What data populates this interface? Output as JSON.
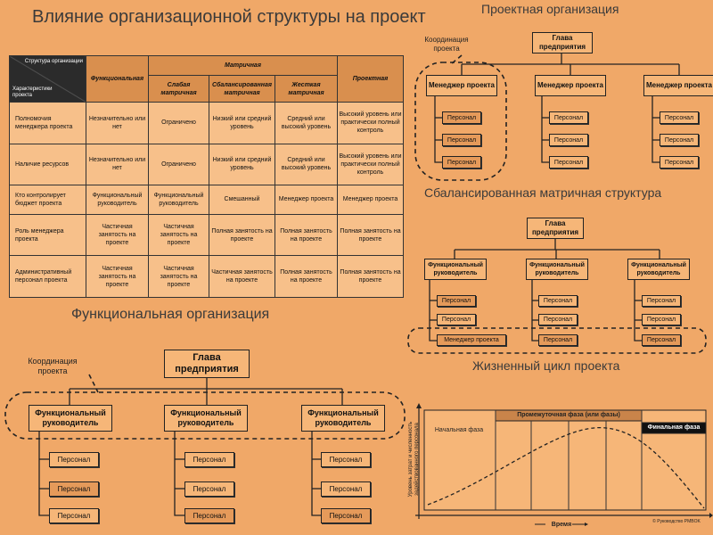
{
  "main_title": "Влияние организационной структуры на проект",
  "table": {
    "corner_top": "Структура организации",
    "corner_bottom": "Характеристики проекта",
    "col_functional": "Функциональная",
    "col_matrix": "Матричная",
    "col_weak": "Слабая матричная",
    "col_balanced": "Сбалансированная матричная",
    "col_strong": "Жесткая матричная",
    "col_project": "Проектная",
    "rows": [
      {
        "label": "Полномочия менеджера проекта",
        "cells": [
          "Незначительно или нет",
          "Ограничено",
          "Низкий или средний уровень",
          "Средний или высокий уровень",
          "Высокий уровень или практически полный контроль"
        ]
      },
      {
        "label": "Наличие ресурсов",
        "cells": [
          "Незначительно или нет",
          "Ограничено",
          "Низкий или средний уровень",
          "Средний или высокий уровень",
          "Высокий уровень или практически полный контроль"
        ]
      },
      {
        "label": "Кто контролирует бюджет проекта",
        "cells": [
          "Функциональный руководитель",
          "Функциональный руководитель",
          "Смешанный",
          "Менеджер проекта",
          "Менеджер проекта"
        ]
      },
      {
        "label": "Роль менеджера проекта",
        "cells": [
          "Частичная занятость на проекте",
          "Частичная занятость на проекте",
          "Полная занятость на проекте",
          "Полная занятость на проекте",
          "Полная занятость на проекте"
        ]
      },
      {
        "label": "Административный персонал проекта",
        "cells": [
          "Частичная занятость на проекте",
          "Частичная занятость на проекте",
          "Частичная занятость на проекте",
          "Полная занятость на проекте",
          "Полная занятость на проекте"
        ]
      }
    ]
  },
  "project_org": {
    "title": "Проектная организация",
    "coord": "Координация проекта",
    "head": "Глава предприятия",
    "manager": "Менеджер проекта",
    "staff": "Персонал"
  },
  "balanced": {
    "title": "Сбалансированная матричная структура",
    "head": "Глава предприятия",
    "func": "Функциональный руководитель",
    "staff": "Персонал",
    "pm": "Менеджер проекта"
  },
  "functional_org": {
    "title": "Функциональная организация",
    "coord": "Координация проекта",
    "head": "Глава предприятия",
    "func": "Функциональный руководитель",
    "staff": "Персонал"
  },
  "lifecycle": {
    "title": "Жизненный цикл проекта",
    "phase_start": "Начальная фаза",
    "phase_mid": "Промежуточная фаза (или фазы)",
    "phase_final": "Финальная фаза",
    "xlabel": "Время",
    "ylabel": "Уровень затрат и численность задействованного персонала",
    "credit": "© Руководство PMBOK"
  }
}
